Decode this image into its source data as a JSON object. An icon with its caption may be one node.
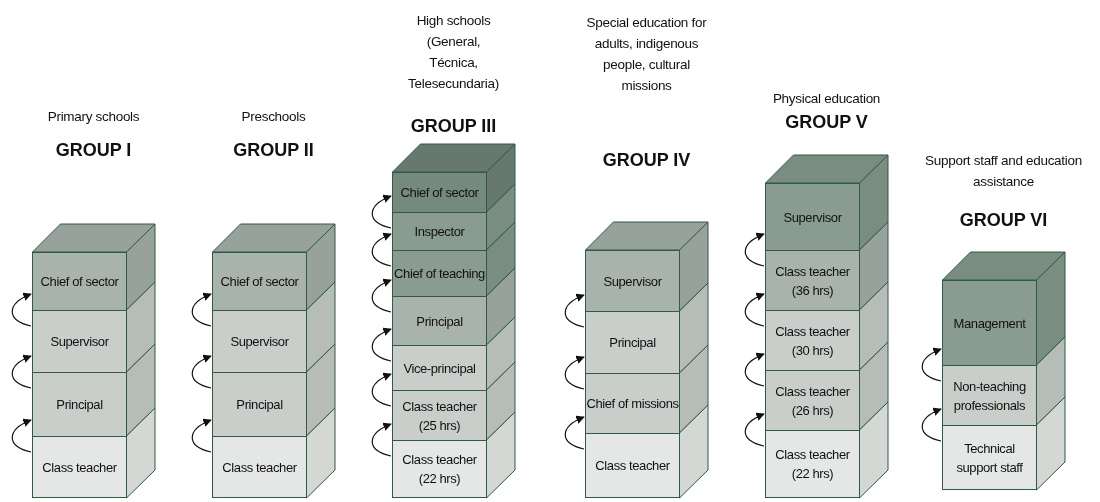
{
  "diagram": {
    "nodes": [
      {
        "text": [
          "Primary schools",
          "GROUP I"
        ]
      },
      {
        "text": [
          "Chief of sector"
        ],
        "in": 0
      },
      {
        "text": [
          "Supervisor"
        ],
        "in": 0
      },
      {
        "text": [
          "Principal"
        ],
        "in": 0
      },
      {
        "text": [
          "Class teacher"
        ],
        "in": 0
      },
      {
        "text": [
          "Preschools",
          "GROUP II"
        ]
      },
      {
        "text": [
          "Chief of sector"
        ],
        "in": 5
      },
      {
        "text": [
          "Supervisor"
        ],
        "in": 5
      },
      {
        "text": [
          "Principal"
        ],
        "in": 5
      },
      {
        "text": [
          "Class teacher"
        ],
        "in": 5
      },
      {
        "text": [
          "High schools (General, Técnica, Telesecundaria)",
          "GROUP III"
        ]
      },
      {
        "text": [
          "Chief of sector"
        ],
        "in": 10
      },
      {
        "text": [
          "Inspector"
        ],
        "in": 10
      },
      {
        "text": [
          "Chief of teaching"
        ],
        "in": 10
      },
      {
        "text": [
          "Principal"
        ],
        "in": 10
      },
      {
        "text": [
          "Vice-principal"
        ],
        "in": 10
      },
      {
        "text": [
          "Class teacher (25 hrs)"
        ],
        "in": 10
      },
      {
        "text": [
          "Class teacher (22 hrs)"
        ],
        "in": 10
      },
      {
        "text": [
          "Special education for adults, indigenous people, cultural missions",
          "GROUP IV"
        ]
      },
      {
        "text": [
          "Supervisor"
        ],
        "in": 18
      },
      {
        "text": [
          "Principal"
        ],
        "in": 18
      },
      {
        "text": [
          "Chief of missions"
        ],
        "in": 18
      },
      {
        "text": [
          "Class teacher"
        ],
        "in": 18
      },
      {
        "text": [
          "Physical education",
          "GROUP V"
        ]
      },
      {
        "text": [
          "Supervisor"
        ],
        "in": 23
      },
      {
        "text": [
          "Class teacher (36 hrs)"
        ],
        "in": 23
      },
      {
        "text": [
          "Class teacher (30 hrs)"
        ],
        "in": 23
      },
      {
        "text": [
          "Class teacher (26 hrs)"
        ],
        "in": 23
      },
      {
        "text": [
          "Class teacher (22 hrs)"
        ],
        "in": 23
      },
      {
        "text": [
          "Support staff and education assistance",
          "GROUP VI"
        ]
      },
      {
        "text": [
          "Management"
        ],
        "in": 29
      },
      {
        "text": [
          "Non-teaching professionals"
        ],
        "in": 29
      },
      {
        "text": [
          "Technical support staff"
        ],
        "in": 29
      }
    ],
    "edges": [
      {
        "from": 4,
        "to": 3,
        "arrow": "to"
      },
      {
        "from": 3,
        "to": 2,
        "arrow": "to"
      },
      {
        "from": 2,
        "to": 1,
        "arrow": "to"
      },
      {
        "from": 9,
        "to": 8,
        "arrow": "to"
      },
      {
        "from": 8,
        "to": 7,
        "arrow": "to"
      },
      {
        "from": 7,
        "to": 6,
        "arrow": "to"
      },
      {
        "from": 17,
        "to": 16,
        "arrow": "to"
      },
      {
        "from": 16,
        "to": 15,
        "arrow": "to"
      },
      {
        "from": 15,
        "to": 14,
        "arrow": "to"
      },
      {
        "from": 14,
        "to": 13,
        "arrow": "to"
      },
      {
        "from": 13,
        "to": 12,
        "arrow": "to"
      },
      {
        "from": 12,
        "to": 11,
        "arrow": "to"
      },
      {
        "from": 22,
        "to": 21,
        "arrow": "to"
      },
      {
        "from": 21,
        "to": 20,
        "arrow": "to"
      },
      {
        "from": 20,
        "to": 19,
        "arrow": "to"
      },
      {
        "from": 28,
        "to": 27,
        "arrow": "to"
      },
      {
        "from": 27,
        "to": 26,
        "arrow": "to"
      },
      {
        "from": 26,
        "to": 25,
        "arrow": "to"
      },
      {
        "from": 25,
        "to": 24,
        "arrow": "to"
      },
      {
        "from": 32,
        "to": 31,
        "arrow": "to"
      },
      {
        "from": 31,
        "to": 30,
        "arrow": "to"
      }
    ]
  }
}
